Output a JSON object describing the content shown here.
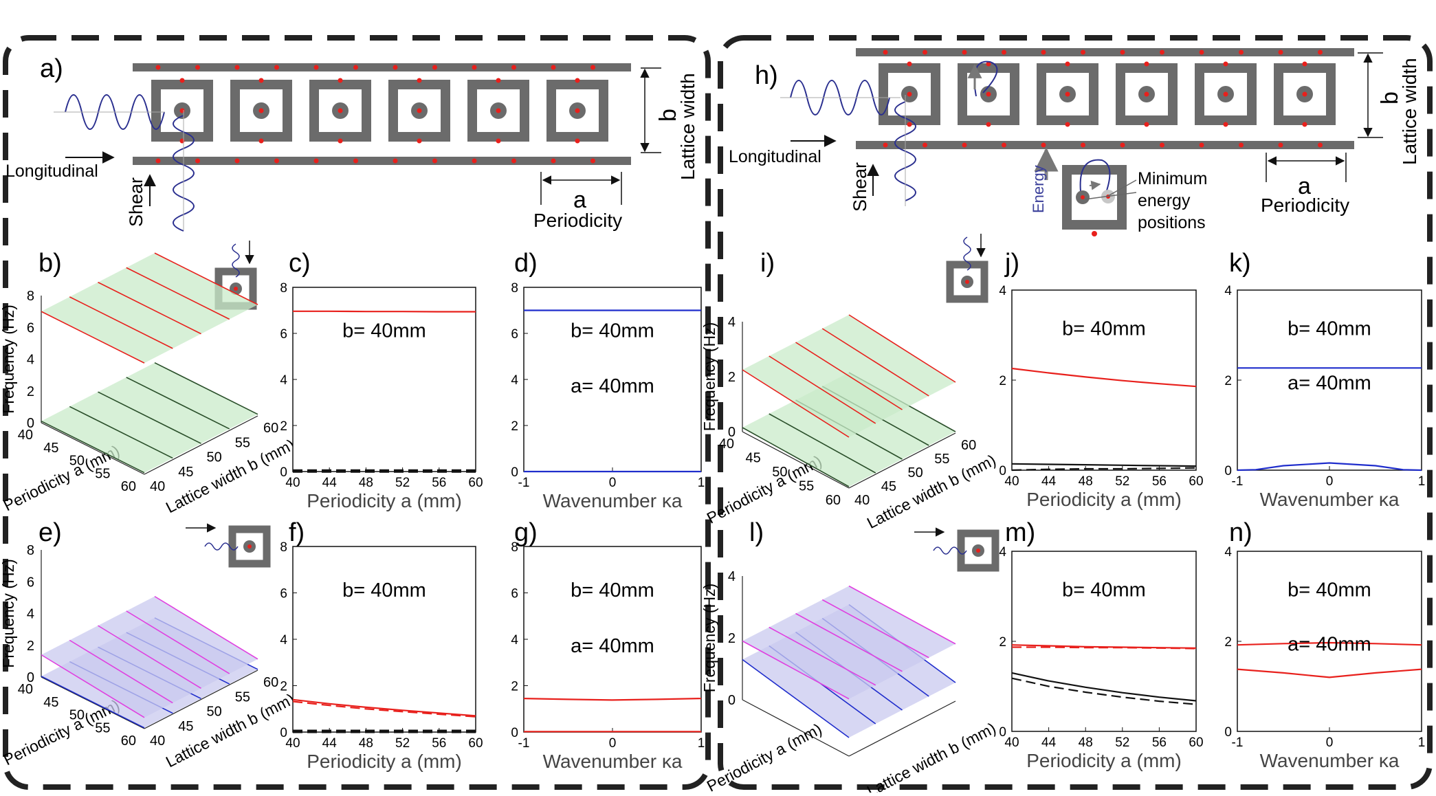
{
  "colors": {
    "red": "#e8201c",
    "blue": "#1f2dcc",
    "black": "#111111",
    "gray": "#6b6b6b",
    "magenta": "#e040e0",
    "green_fill": "#c9ebc9",
    "purple_fill": "#c9c9ef",
    "wave": "#2a2f8f"
  },
  "labels": {
    "a": "a)",
    "b": "b)",
    "c": "c)",
    "d": "d)",
    "e": "e)",
    "f": "f)",
    "g": "g)",
    "h": "h)",
    "i": "i)",
    "j": "j)",
    "k": "k)",
    "l": "l)",
    "m": "m)",
    "n": "n)"
  },
  "schematic": {
    "longitudinal": "Longitudinal",
    "shear": "Shear",
    "lattice_width": "Lattice width",
    "b": "b",
    "a": "a",
    "periodicity": "Periodicity",
    "energy": "Energy",
    "min_energy": [
      "Minimum",
      "energy",
      "positions"
    ]
  },
  "axes3d": {
    "frequency": "Frequency (Hz)",
    "periodicity": "Periodicity a (mm)",
    "lattice_width": "Lattice width b (mm)",
    "b_ticks_e": [
      "8",
      "6",
      "4",
      "2",
      "0"
    ],
    "b_ticks_il": [
      "4",
      "2",
      "0"
    ],
    "a_ticks": [
      "40",
      "45",
      "50",
      "55",
      "60"
    ],
    "w_ticks": [
      "40",
      "45",
      "50",
      "55",
      "60"
    ]
  },
  "chart_data": [
    {
      "panel": "c",
      "type": "line",
      "x": [
        40,
        44,
        48,
        52,
        56,
        60
      ],
      "series": [
        {
          "values": [
            6.96,
            6.96,
            6.95,
            6.95,
            6.94,
            6.94
          ],
          "color": "red",
          "dash": false
        },
        {
          "values": [
            0.02,
            0.02,
            0.02,
            0.02,
            0.02,
            0.02
          ],
          "color": "black",
          "dash": true
        }
      ],
      "xlabel": "Periodicity a (mm)",
      "xlim": [
        40,
        60
      ],
      "ylim": [
        0,
        8
      ],
      "xticks": [
        40,
        44,
        48,
        52,
        56,
        60
      ],
      "yticks": [
        0,
        2,
        4,
        6,
        8
      ],
      "annotations": [
        "b= 40mm"
      ]
    },
    {
      "panel": "d",
      "type": "line",
      "x": [
        -1,
        -0.5,
        0,
        0.5,
        1
      ],
      "series": [
        {
          "values": [
            7.0,
            7.0,
            7.0,
            7.0,
            7.0
          ],
          "color": "blue",
          "dash": false
        },
        {
          "values": [
            0.0,
            0.0,
            0.0,
            0.0,
            0.0
          ],
          "color": "blue",
          "dash": false
        }
      ],
      "xlabel": "Wavenumber κa",
      "xlim": [
        -1,
        1
      ],
      "ylim": [
        0,
        8
      ],
      "xticks": [
        -1,
        0,
        1
      ],
      "yticks": [
        0,
        2,
        4,
        6,
        8
      ],
      "annotations": [
        "b= 40mm",
        "a= 40mm"
      ]
    },
    {
      "panel": "f",
      "type": "line",
      "x": [
        40,
        44,
        48,
        52,
        56,
        60
      ],
      "series": [
        {
          "values": [
            1.4,
            1.22,
            1.07,
            0.94,
            0.82,
            0.7
          ],
          "color": "red",
          "dash": false
        },
        {
          "values": [
            1.32,
            1.15,
            1.0,
            0.88,
            0.77,
            0.66
          ],
          "color": "red",
          "dash": true
        },
        {
          "values": [
            0.03,
            0.03,
            0.03,
            0.03,
            0.03,
            0.03
          ],
          "color": "black",
          "dash": true
        }
      ],
      "xlabel": "Periodicity a (mm)",
      "xlim": [
        40,
        60
      ],
      "ylim": [
        0,
        8
      ],
      "xticks": [
        40,
        44,
        48,
        52,
        56,
        60
      ],
      "yticks": [
        0,
        2,
        4,
        6,
        8
      ],
      "annotations": [
        "b= 40mm"
      ]
    },
    {
      "panel": "g",
      "type": "line",
      "x": [
        -1,
        -0.5,
        0,
        0.5,
        1
      ],
      "series": [
        {
          "values": [
            1.45,
            1.41,
            1.38,
            1.41,
            1.45
          ],
          "color": "red",
          "dash": false
        },
        {
          "values": [
            0.02,
            0.02,
            0.02,
            0.02,
            0.02
          ],
          "color": "red",
          "dash": false
        }
      ],
      "xlabel": "Wavenumber κa",
      "xlim": [
        -1,
        1
      ],
      "ylim": [
        0,
        8
      ],
      "xticks": [
        -1,
        0,
        1
      ],
      "yticks": [
        0,
        2,
        4,
        6,
        8
      ],
      "annotations": [
        "b= 40mm",
        "a= 40mm"
      ]
    },
    {
      "panel": "j",
      "type": "line",
      "x": [
        40,
        44,
        48,
        52,
        56,
        60
      ],
      "series": [
        {
          "values": [
            2.26,
            2.16,
            2.07,
            1.99,
            1.92,
            1.86
          ],
          "color": "red",
          "dash": false
        },
        {
          "values": [
            0.14,
            0.13,
            0.12,
            0.11,
            0.1,
            0.09
          ],
          "color": "black",
          "dash": false
        },
        {
          "values": [
            0.0,
            0.02,
            0.03,
            0.03,
            0.04,
            0.05
          ],
          "color": "black",
          "dash": true
        }
      ],
      "xlabel": "Periodicity a (mm)",
      "xlim": [
        40,
        60
      ],
      "ylim": [
        0,
        4
      ],
      "xticks": [
        40,
        44,
        48,
        52,
        56,
        60
      ],
      "yticks": [
        0,
        2,
        4
      ],
      "annotations": [
        "b= 40mm"
      ]
    },
    {
      "panel": "k",
      "type": "line",
      "x": [
        -1,
        -0.8,
        -0.5,
        0,
        0.5,
        0.8,
        1
      ],
      "series": [
        {
          "values": [
            2.27,
            2.27,
            2.27,
            2.27,
            2.27,
            2.27,
            2.27
          ],
          "color": "blue",
          "dash": false
        },
        {
          "values": [
            0.0,
            0.01,
            0.1,
            0.16,
            0.1,
            0.01,
            0.0
          ],
          "color": "blue",
          "dash": false
        }
      ],
      "xlabel": "Wavenumber κa",
      "xlim": [
        -1,
        1
      ],
      "ylim": [
        0,
        4
      ],
      "xticks": [
        -1,
        0,
        1
      ],
      "yticks": [
        0,
        2,
        4
      ],
      "annotations": [
        "b= 40mm",
        "a= 40mm"
      ]
    },
    {
      "panel": "m",
      "type": "line",
      "x": [
        40,
        44,
        48,
        52,
        56,
        60
      ],
      "series": [
        {
          "values": [
            1.92,
            1.9,
            1.88,
            1.87,
            1.86,
            1.85
          ],
          "color": "red",
          "dash": false
        },
        {
          "values": [
            1.87,
            1.87,
            1.86,
            1.86,
            1.85,
            1.84
          ],
          "color": "red",
          "dash": true
        },
        {
          "values": [
            1.3,
            1.12,
            0.98,
            0.86,
            0.76,
            0.68
          ],
          "color": "black",
          "dash": false
        },
        {
          "values": [
            1.18,
            1.0,
            0.87,
            0.76,
            0.67,
            0.6
          ],
          "color": "black",
          "dash": true
        }
      ],
      "xlabel": "Periodicity a (mm)",
      "xlim": [
        40,
        60
      ],
      "ylim": [
        0,
        4
      ],
      "xticks": [
        40,
        44,
        48,
        52,
        56,
        60
      ],
      "yticks": [
        0,
        2,
        4
      ],
      "annotations": [
        "b= 40mm"
      ]
    },
    {
      "panel": "n",
      "type": "line",
      "x": [
        -1,
        -0.5,
        0,
        0.5,
        1
      ],
      "series": [
        {
          "values": [
            1.92,
            1.95,
            1.97,
            1.95,
            1.92
          ],
          "color": "red",
          "dash": false
        },
        {
          "values": [
            1.38,
            1.3,
            1.2,
            1.3,
            1.38
          ],
          "color": "red",
          "dash": false
        }
      ],
      "xlabel": "Wavenumber κa",
      "xlim": [
        -1,
        1
      ],
      "ylim": [
        0,
        4
      ],
      "xticks": [
        -1,
        0,
        1
      ],
      "yticks": [
        0,
        2,
        4
      ],
      "annotations": [
        "b= 40mm",
        "a= 40mm"
      ]
    }
  ]
}
